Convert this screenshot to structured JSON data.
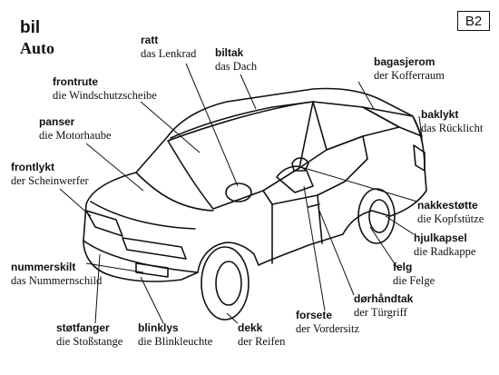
{
  "header": {
    "title_no": "bil",
    "title_de": "Auto",
    "level_badge": "B2"
  },
  "labels": [
    {
      "id": "ratt",
      "no": "ratt",
      "de": "das Lenkrad"
    },
    {
      "id": "biltak",
      "no": "biltak",
      "de": "das Dach"
    },
    {
      "id": "frontrute",
      "no": "frontrute",
      "de": "die Windschutzscheibe"
    },
    {
      "id": "bagasjerom",
      "no": "bagasjerom",
      "de": "der Kofferraum"
    },
    {
      "id": "panser",
      "no": "panser",
      "de": "die Motorhaube"
    },
    {
      "id": "baklykt",
      "no": "baklykt",
      "de": "das Rücklicht"
    },
    {
      "id": "frontlykt",
      "no": "frontlykt",
      "de": "der Scheinwerfer"
    },
    {
      "id": "nakkestotte",
      "no": "nakkestøtte",
      "de": "die Kopfstütze"
    },
    {
      "id": "hjulkapsel",
      "no": "hjulkapsel",
      "de": "die Radkappe"
    },
    {
      "id": "nummerskilt",
      "no": "nummerskilt",
      "de": "das Nummernschild"
    },
    {
      "id": "felg",
      "no": "felg",
      "de": "die Felge"
    },
    {
      "id": "dorhandtak",
      "no": "dørhåndtak",
      "de": "der Türgriff"
    },
    {
      "id": "forsete",
      "no": "forsete",
      "de": "der Vordersitz"
    },
    {
      "id": "stotfanger",
      "no": "støtfanger",
      "de": "die Stoßstange"
    },
    {
      "id": "blinklys",
      "no": "blinklys",
      "de": "die Blinkleuchte"
    },
    {
      "id": "dekk",
      "no": "dekk",
      "de": "der Reifen"
    }
  ]
}
